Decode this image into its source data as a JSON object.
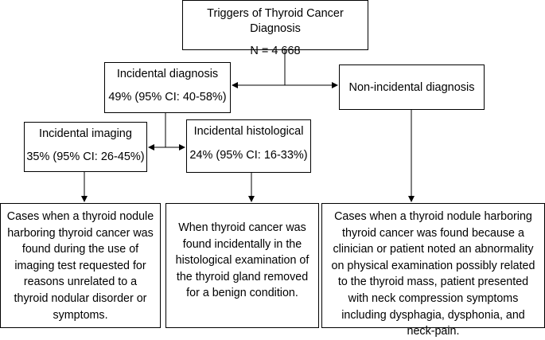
{
  "root": {
    "title": "Triggers of Thyroid Cancer Diagnosis",
    "subtitle": "N = 4 668"
  },
  "incidental": {
    "title": "Incidental diagnosis",
    "value": "49% (95% CI: 40-58%)"
  },
  "non_incidental": {
    "title": "Non-incidental diagnosis"
  },
  "imaging": {
    "title": "Incidental imaging",
    "value": "35% (95% CI: 26-45%)"
  },
  "histological": {
    "title": "Incidental histological",
    "value": "24% (95% CI: 16-33%)"
  },
  "descriptions": {
    "imaging": "Cases when a thyroid nodule harboring thyroid cancer was found during the use of imaging test requested for reasons unrelated to a thyroid nodular disorder or symptoms.",
    "histological": "When thyroid cancer was found incidentally in the histological examination of the thyroid gland removed for a benign condition.",
    "non_incidental": "Cases when a thyroid nodule harboring thyroid cancer was found because a clinician or patient noted an abnormality on physical examination possibly related to the thyroid mass, patient presented with neck compression symptoms including dysphagia, dysphonia, and neck-pain."
  },
  "colors": {
    "line": "#000000",
    "box_border": "#000000",
    "background": "#ffffff"
  }
}
